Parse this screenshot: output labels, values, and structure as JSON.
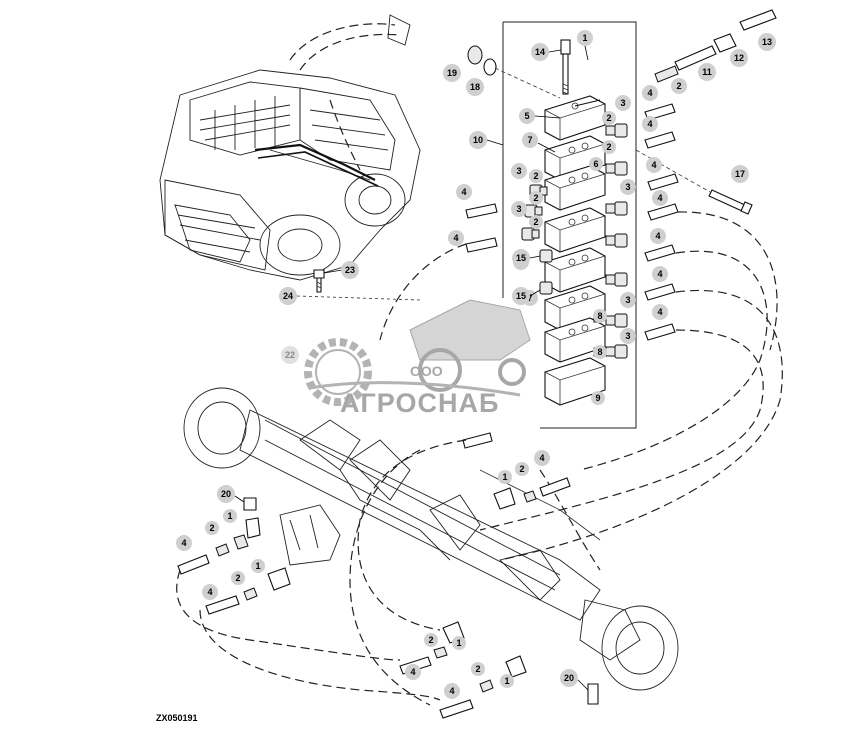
{
  "figure": {
    "id_label": "ZX050191"
  },
  "watermark": {
    "prefix": "ООО",
    "brand": "АГРОСНАБ",
    "color": "#8a8a8a"
  },
  "callouts": {
    "c1a": "1",
    "c1b": "1",
    "c1c": "1",
    "c1d": "1",
    "c1e": "1",
    "c1f": "1",
    "c1g": "1",
    "c2a": "2",
    "c2b": "2",
    "c2c": "2",
    "c2d": "2",
    "c2e": "2",
    "c2f": "2",
    "c2g": "2",
    "c2h": "2",
    "c2i": "2",
    "c2j": "2",
    "c2k": "2",
    "c3a": "3",
    "c3b": "3",
    "c3c": "3",
    "c3d": "3",
    "c3e": "3",
    "c3f": "3",
    "c4a": "4",
    "c4b": "4",
    "c4c": "4",
    "c4d": "4",
    "c4e": "4",
    "c4f": "4",
    "c4g": "4",
    "c4h": "4",
    "c4i": "4",
    "c4j": "4",
    "c4k": "4",
    "c4l": "4",
    "c4m": "4",
    "c5": "5",
    "c6": "6",
    "c7a": "7",
    "c7b": "7",
    "c7c": "7",
    "c8a": "8",
    "c8b": "8",
    "c9": "9",
    "c10": "10",
    "c11": "11",
    "c12": "12",
    "c13": "13",
    "c14": "14",
    "c15a": "15",
    "c15b": "15",
    "c17": "17",
    "c18": "18",
    "c19": "19",
    "c20a": "20",
    "c20b": "20",
    "c22": "22",
    "c23": "23",
    "c24": "24"
  }
}
